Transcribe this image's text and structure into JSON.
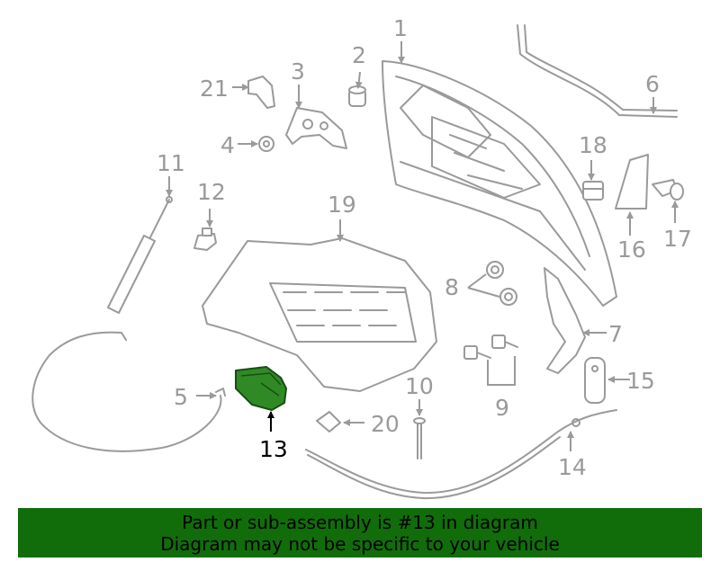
{
  "labels": {
    "p1": "1",
    "p2": "2",
    "p3": "3",
    "p4": "4",
    "p5": "5",
    "p6": "6",
    "p7": "7",
    "p8": "8",
    "p9": "9",
    "p10": "10",
    "p11": "11",
    "p12": "12",
    "p13": "13",
    "p14": "14",
    "p15": "15",
    "p16": "16",
    "p17": "17",
    "p18": "18",
    "p19": "19",
    "p20": "20",
    "p21": "21"
  },
  "highlighted_part": "13",
  "colors": {
    "highlight_fill": "#2f8a26",
    "banner": "#116d0a",
    "line": "#9a9a9a"
  },
  "banner": {
    "line1": "Part or sub-assembly is #13 in diagram",
    "line2": "Diagram may not be specific to your vehicle"
  }
}
